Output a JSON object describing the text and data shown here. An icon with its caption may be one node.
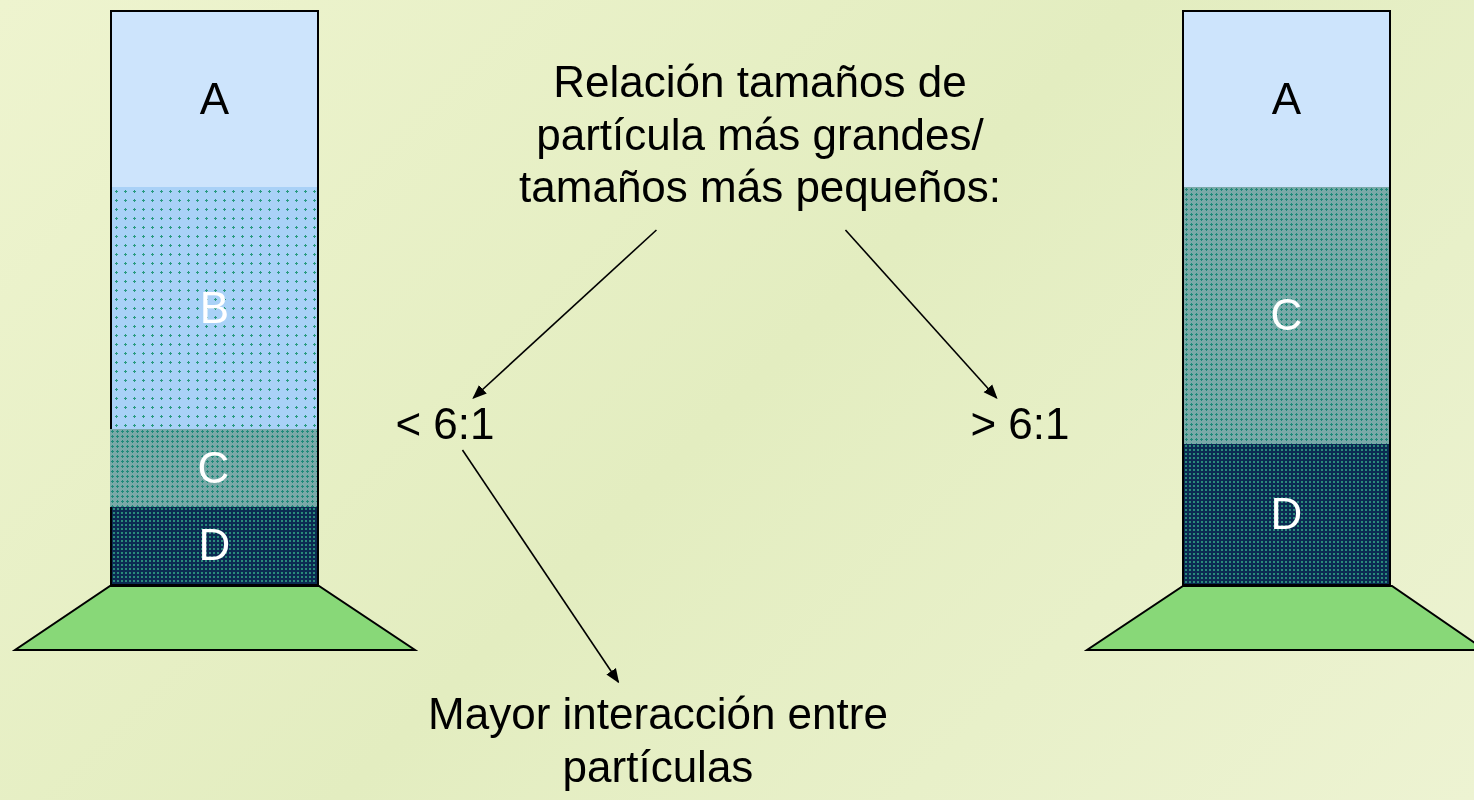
{
  "diagram": {
    "nodes": [
      {
        "text": [],
        "shape": "box"
      },
      {
        "text": [
          "A"
        ],
        "in": 0
      },
      {
        "text": [
          "B"
        ],
        "in": 0
      },
      {
        "text": [
          "C"
        ],
        "in": 0
      },
      {
        "text": [
          "D"
        ],
        "in": 0
      },
      {
        "text": [
          "Relación tamaños de partícula más grandes/ tamaños más pequeños:"
        ]
      },
      {
        "text": [],
        "shape": "box"
      },
      {
        "text": [
          "A"
        ],
        "in": 6
      },
      {
        "text": [
          "C"
        ],
        "in": 6
      },
      {
        "text": [
          "D"
        ],
        "in": 6
      },
      {
        "text": [
          "< 6:1"
        ]
      },
      {
        "text": [
          "> 6:1"
        ]
      },
      {
        "text": [
          "Mayor interacción entre partículas"
        ]
      },
      {
        "text": [],
        "shape": "trapezoid"
      },
      {
        "text": [],
        "shape": "trapezoid"
      }
    ],
    "edges": [
      {
        "from": 5,
        "to": 10,
        "arrow": "to"
      },
      {
        "from": 5,
        "to": 11,
        "arrow": "to"
      },
      {
        "from": 10,
        "to": 12,
        "arrow": "to"
      }
    ]
  }
}
